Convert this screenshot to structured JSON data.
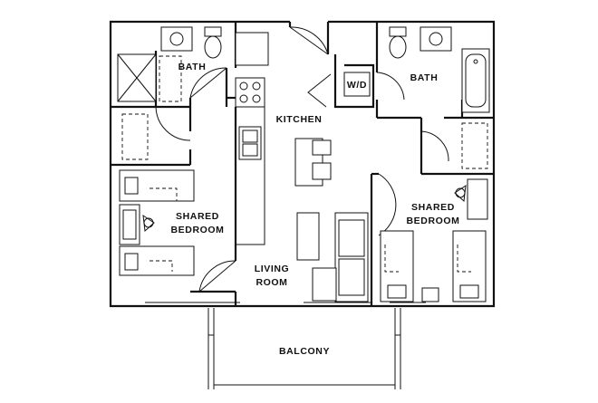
{
  "rooms": {
    "bath_left": "BATH",
    "bath_right": "BATH",
    "kitchen": "KITCHEN",
    "washer_dryer": "W/D",
    "bedroom_left_line1": "SHARED",
    "bedroom_left_line2": "BEDROOM",
    "bedroom_right_line1": "SHARED",
    "bedroom_right_line2": "BEDROOM",
    "living_line1": "LIVING",
    "living_line2": "ROOM",
    "balcony": "BALCONY"
  }
}
